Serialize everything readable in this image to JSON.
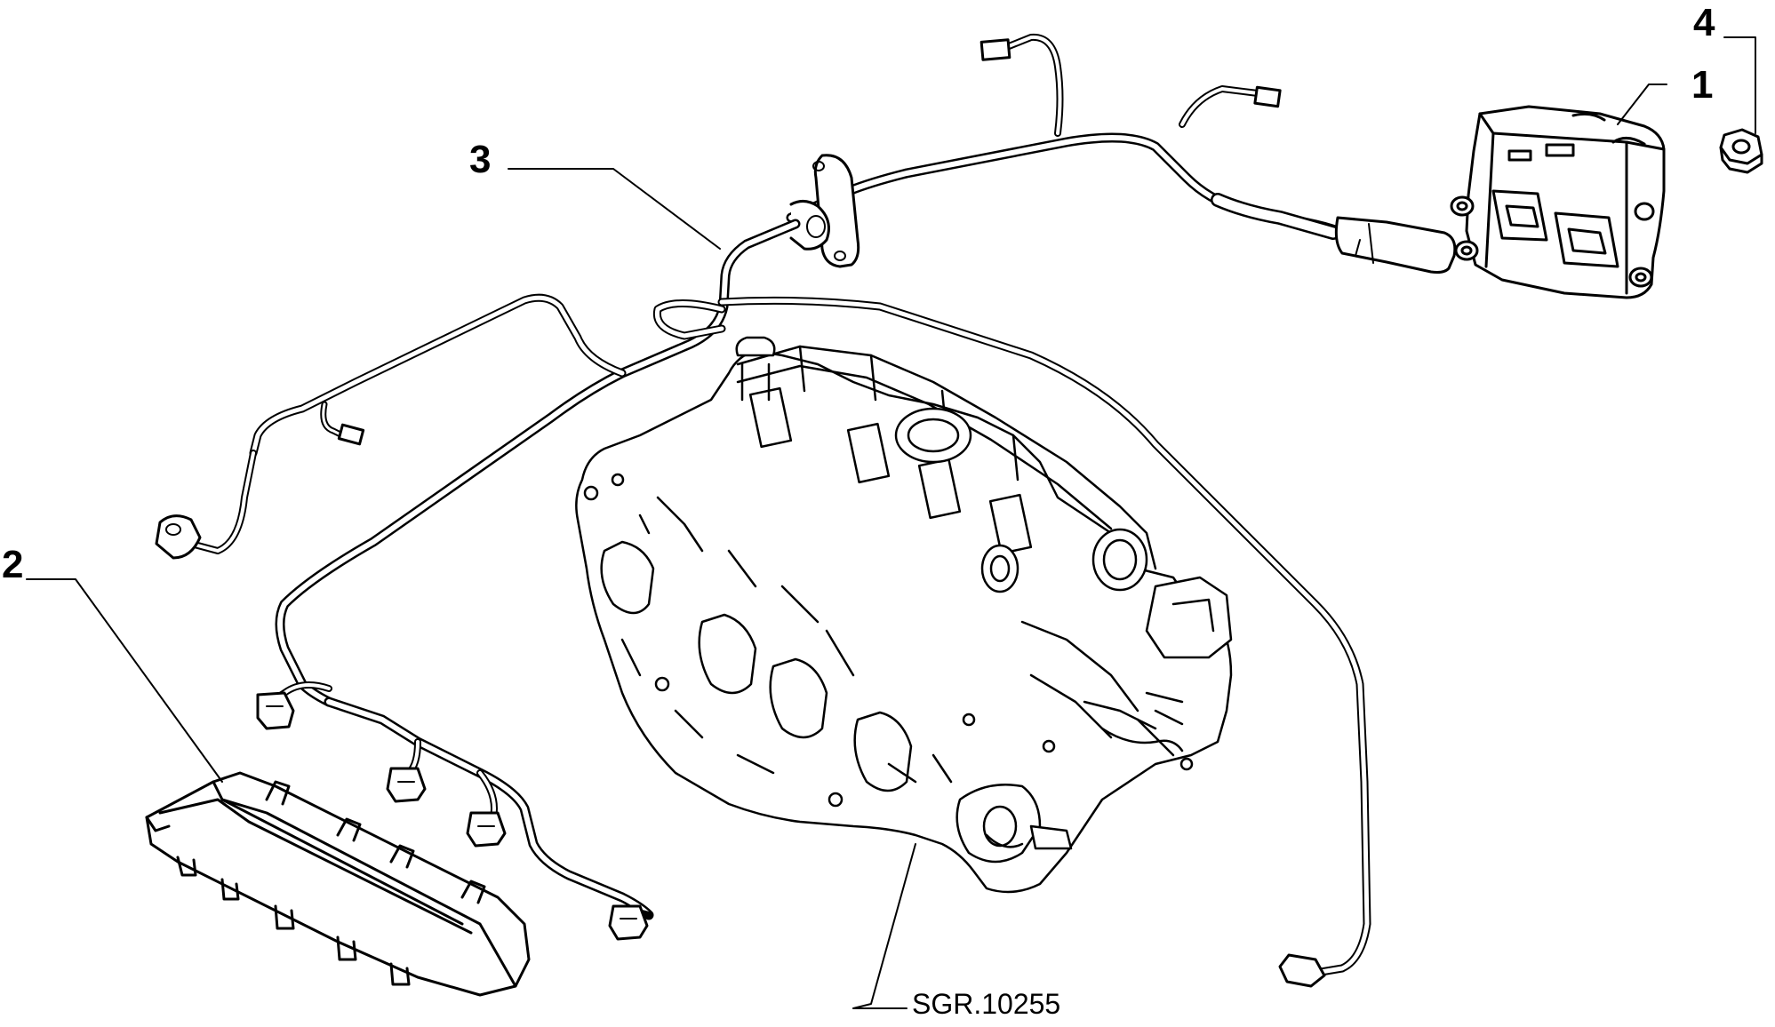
{
  "diagram": {
    "callouts": [
      {
        "id": "1",
        "label": "1"
      },
      {
        "id": "2",
        "label": "2"
      },
      {
        "id": "3",
        "label": "3"
      },
      {
        "id": "4",
        "label": "4"
      }
    ],
    "reference_code": "SGR.10255",
    "parts": {
      "p1": "control-unit-connector-bracket",
      "p2": "harness-cover",
      "p3": "wiring-harness",
      "p4": "nut"
    },
    "line_color": "#000000",
    "background": "#ffffff"
  }
}
